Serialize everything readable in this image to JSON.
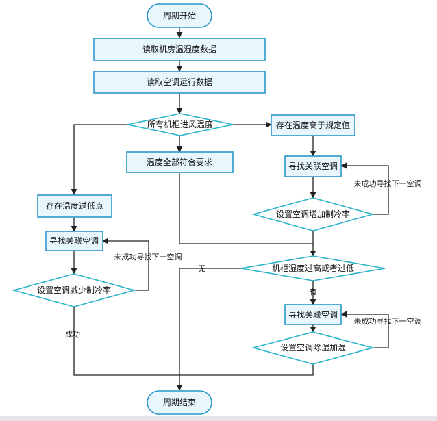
{
  "nodes": {
    "start": "周期开始",
    "read_room": "读取机房温湿度数据",
    "read_ac": "读取空调运行数据",
    "all_inlet": "所有机柜进风温度",
    "temp_high": "存在温度高于规定值",
    "temp_ok": "温度全部符合要求",
    "temp_low": "存在温度过低点",
    "find_ac_right": "寻找关联空调",
    "set_increase": "设置空调增加制冷率",
    "find_ac_left": "寻找关联空调",
    "set_decrease": "设置空调减少制冷率",
    "humidity_check": "机柜湿度过高或者过低",
    "find_ac_bottom": "寻找关联空调",
    "set_dehumid": "设置空调除湿加湿",
    "end": "周期结束"
  },
  "edge_labels": {
    "retry_right": "未成功寻找下一空调",
    "retry_left": "未成功寻找下一空调",
    "retry_bottom": "未成功寻找下一空调",
    "success": "成功",
    "none": "无",
    "has": "有"
  },
  "colors": {
    "box_fill": "#e8f6fd",
    "box_stroke": "#2a97c9",
    "diamond_stroke": "#2ab3c9",
    "line": "#222222"
  }
}
